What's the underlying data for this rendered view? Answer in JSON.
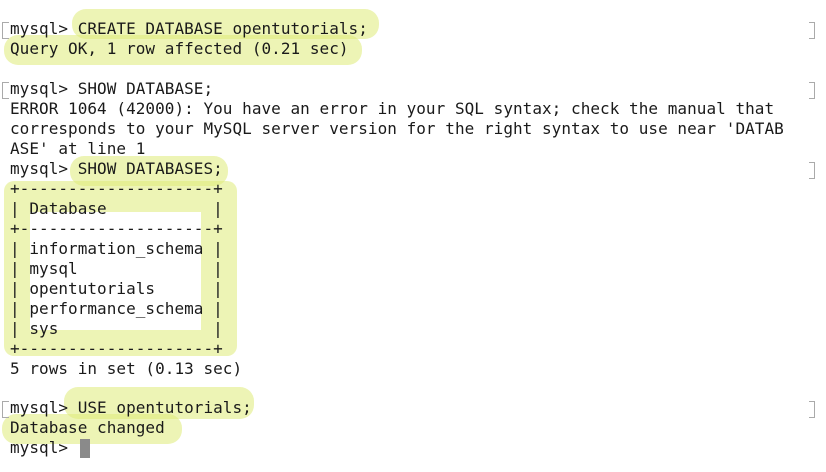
{
  "colors": {
    "highlight": "#deeb78",
    "text": "#1a1a1a",
    "cursor": "#8a8a8a",
    "background": "#ffffff"
  },
  "terminal": {
    "lines": [
      "mysql> CREATE DATABASE opentutorials;",
      "Query OK, 1 row affected (0.21 sec)",
      "",
      "mysql> SHOW DATABASE;",
      "ERROR 1064 (42000): You have an error in your SQL syntax; check the manual that",
      "corresponds to your MySQL server version for the right syntax to use near 'DATAB",
      "ASE' at line 1",
      "mysql> SHOW DATABASES;",
      "+--------------------+",
      "| Database           |",
      "+--------------------+",
      "| information_schema |",
      "| mysql              |",
      "| opentutorials      |",
      "| performance_schema |",
      "| sys                |",
      "+--------------------+",
      "5 rows in set (0.13 sec)",
      "",
      "mysql> USE opentutorials;",
      "Database changed",
      "mysql> "
    ]
  }
}
